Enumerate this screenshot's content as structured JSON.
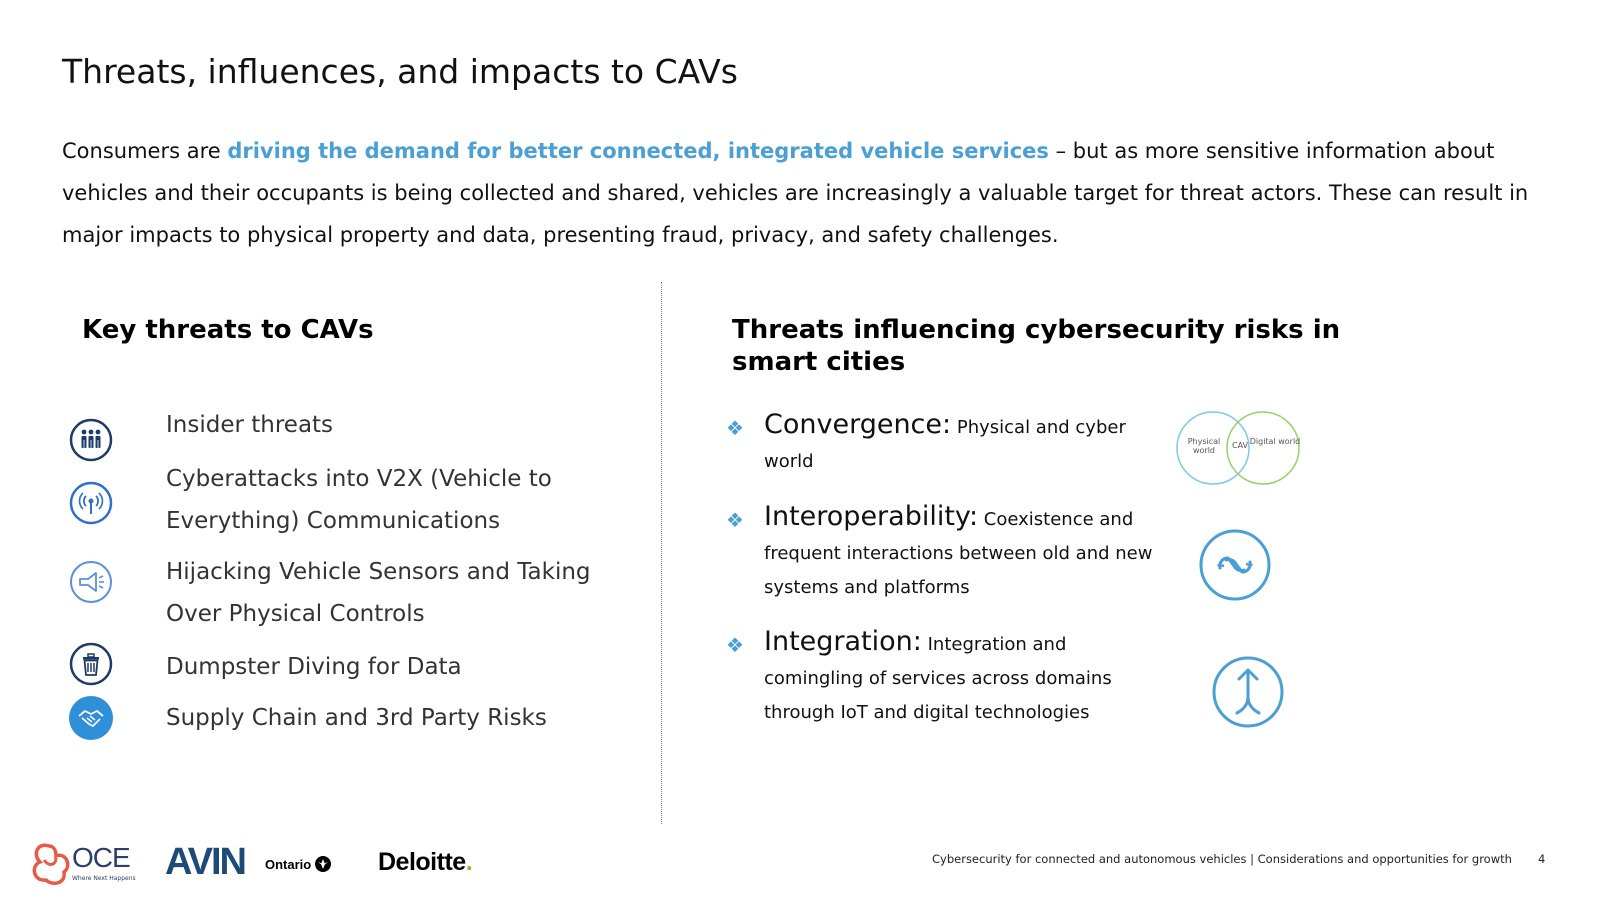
{
  "title": "Threats, influences, and impacts to CAVs",
  "intro": {
    "pre": "Consumers are ",
    "highlight": "driving the demand for better connected, integrated vehicle services",
    "post": " – but as more sensitive information about vehicles and their occupants is being collected and shared, vehicles are increasingly a valuable target for threat actors. These can result in major impacts to physical property and data, presenting fraud, privacy, and safety challenges."
  },
  "left": {
    "heading": "Key threats to CAVs",
    "items": [
      {
        "label": "Insider threats",
        "icon": "people-group-icon"
      },
      {
        "label": "Cyberattacks into V2X (Vehicle to Everything) Communications",
        "icon": "antenna-signal-icon"
      },
      {
        "label": "Hijacking Vehicle Sensors and Taking Over Physical Controls",
        "icon": "megaphone-icon"
      },
      {
        "label": "Dumpster Diving for Data",
        "icon": "trash-bin-icon"
      },
      {
        "label": "Supply Chain and 3rd Party Risks",
        "icon": "handshake-icon"
      }
    ]
  },
  "right": {
    "heading": "Threats influencing cybersecurity risks in smart cities",
    "items": [
      {
        "term": "Convergence:",
        "desc": "Physical and cyber world"
      },
      {
        "term": "Interoperability:",
        "desc": "Coexistence and frequent interactions between old and new systems and platforms"
      },
      {
        "term": "Integration:",
        "desc": "Integration and comingling of services across domains through IoT and digital technologies"
      }
    ],
    "venn": {
      "left": "Physical world",
      "center": "CAV",
      "right": "Digital world"
    }
  },
  "footer": {
    "text": "Cybersecurity for connected and autonomous vehicles | Considerations and opportunities for growth",
    "page": "4",
    "logos": {
      "oce": "OCE",
      "oce_tagline": "Where Next Happens",
      "avin": "AVIN",
      "ontario": "Ontario",
      "deloitte": "Deloitte"
    }
  },
  "colors": {
    "accent": "#4a9fd6",
    "navy": "#1d3a6b",
    "blue": "#2f6fd0"
  }
}
